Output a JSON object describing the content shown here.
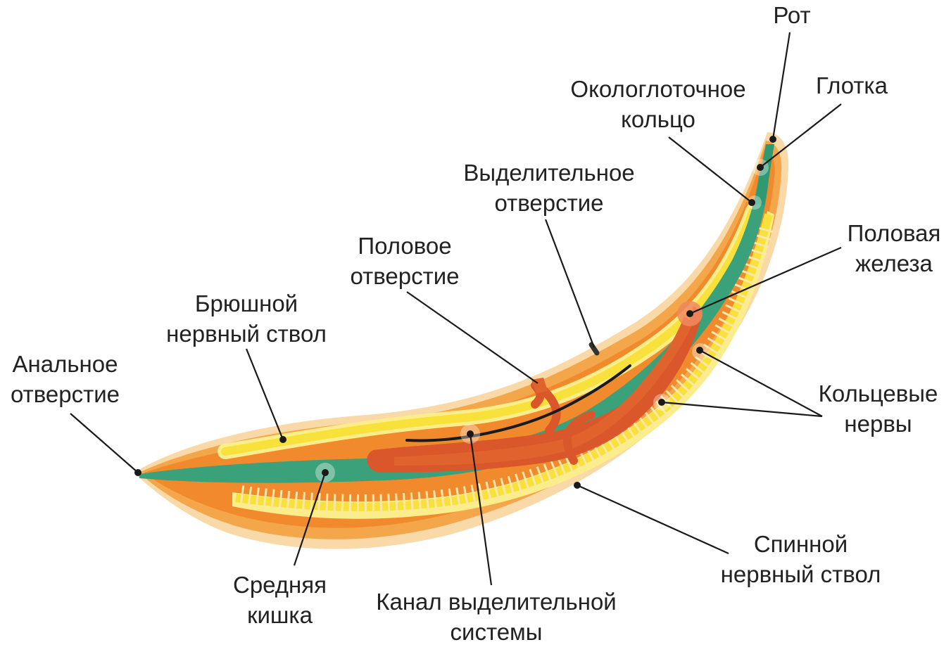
{
  "diagram": {
    "labels": {
      "mouth": [
        "Рот"
      ],
      "pharynx": [
        "Глотка"
      ],
      "nerve_ring": [
        "Окологлоточное",
        "кольцо"
      ],
      "excretory_pore": [
        "Выделительное",
        "отверстие"
      ],
      "genital_pore": [
        "Половое",
        "отверстие"
      ],
      "gonad": [
        "Половая",
        "железа"
      ],
      "ventral_nerve_cord": [
        "Брюшной",
        "нервный ствол"
      ],
      "anus": [
        "Анальное",
        "отверстие"
      ],
      "ring_nerves": [
        "Кольцевые",
        "нервы"
      ],
      "midgut": [
        "Средняя",
        "кишка"
      ],
      "excretory_canal": [
        "Канал выделительной",
        "системы"
      ],
      "dorsal_nerve_cord": [
        "Спинной",
        "нервный ствол"
      ]
    },
    "colors": {
      "body_outer": "#f9d9a8",
      "body_mid": "#f4a64a",
      "body_inner": "#f08a2c",
      "nerve_yellow": "#f7e13a",
      "nerve_light": "#fbed8a",
      "gut_green": "#3aa17a",
      "gonad": "#e0582a",
      "gonad_dark": "#c2451e",
      "canal": "#1a1a1a",
      "leader": "#1a1a1a"
    }
  }
}
